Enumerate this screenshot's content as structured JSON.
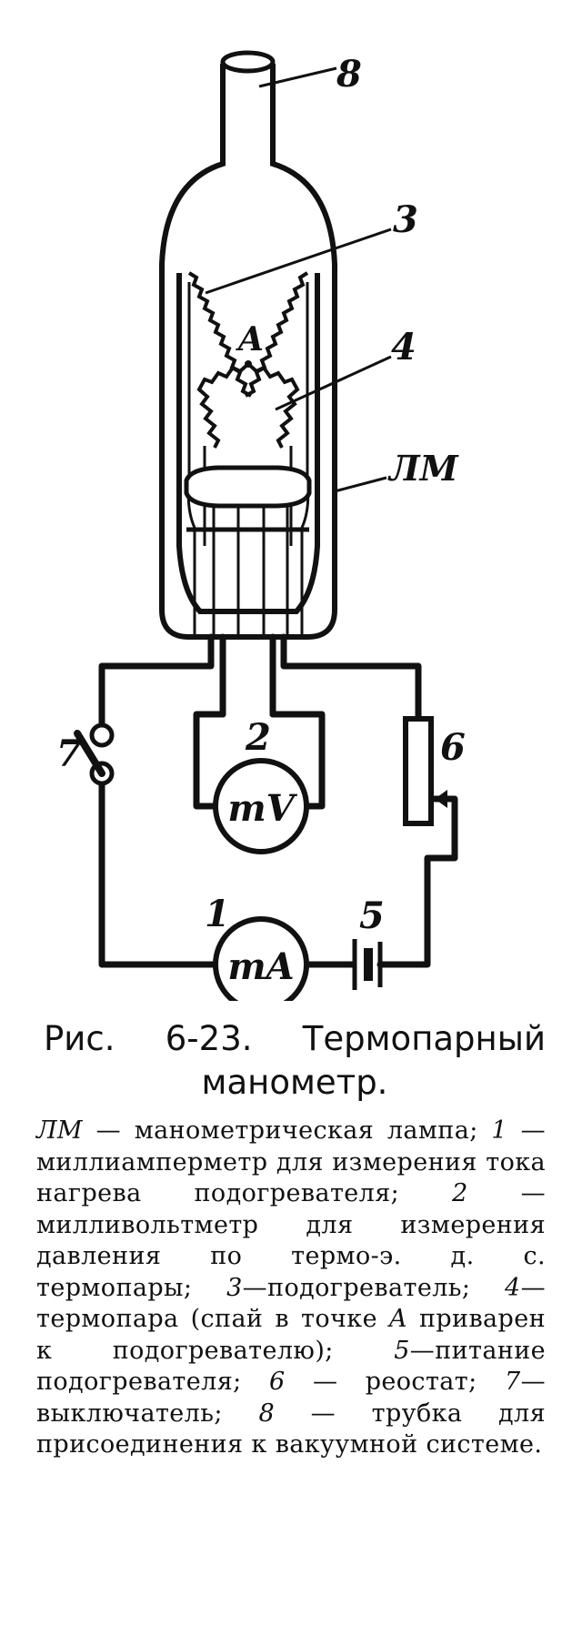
{
  "figure": {
    "labels": {
      "tube": "8",
      "heater": "3",
      "junction": "A",
      "thermocouple": "4",
      "lamp": "ЛМ",
      "millivoltmeter": "2",
      "rheostat": "6",
      "switch": "7",
      "milliammeter": "1",
      "power": "5",
      "mV": "mV",
      "mA": "mA"
    }
  },
  "caption": {
    "title": "Рис. 6-23. Термопарный манометр.",
    "items": [
      {
        "term": "ЛМ",
        "text": " — манометрическая лампа; "
      },
      {
        "term": "1",
        "text": " — миллиамперметр для измерения тока нагрева подогревателя; "
      },
      {
        "term": "2",
        "text": " — милливольтметр для измерения давления по термо-э. д. с. термопары; "
      },
      {
        "term": "3",
        "text": "—подогреватель; "
      },
      {
        "term": "4",
        "text": "—термопара (спай в точке "
      },
      {
        "term": "A",
        "text": " приварен к подогревателю); "
      },
      {
        "term": "5",
        "text": "—питание подогревателя; "
      },
      {
        "term": "6",
        "text": " — реостат; "
      },
      {
        "term": "7",
        "text": "— выключатель; "
      },
      {
        "term": "8",
        "text": " — трубка для присоединения к вакуумной системе."
      }
    ]
  }
}
